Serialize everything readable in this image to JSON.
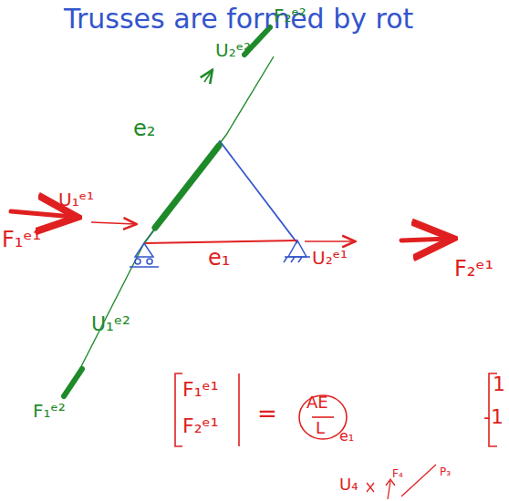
{
  "diagram": {
    "title": "Trusses are formed by rot",
    "labels": [
      "F₂ᵉ²",
      "U₂ᵉ²",
      "e₂",
      "F₁ᵉ¹",
      "U₁ᵉ¹",
      "e₁",
      "U₂ᵉ¹",
      "F₂ᵉ¹",
      "U₁ᵉ²",
      "F₁ᵉ²",
      "F₁ᵉ¹",
      "F₂ᵉ¹",
      "=",
      "AE",
      "L",
      "e₁",
      "1",
      "-1",
      "U₄",
      "F₄",
      "P₃"
    ]
  }
}
